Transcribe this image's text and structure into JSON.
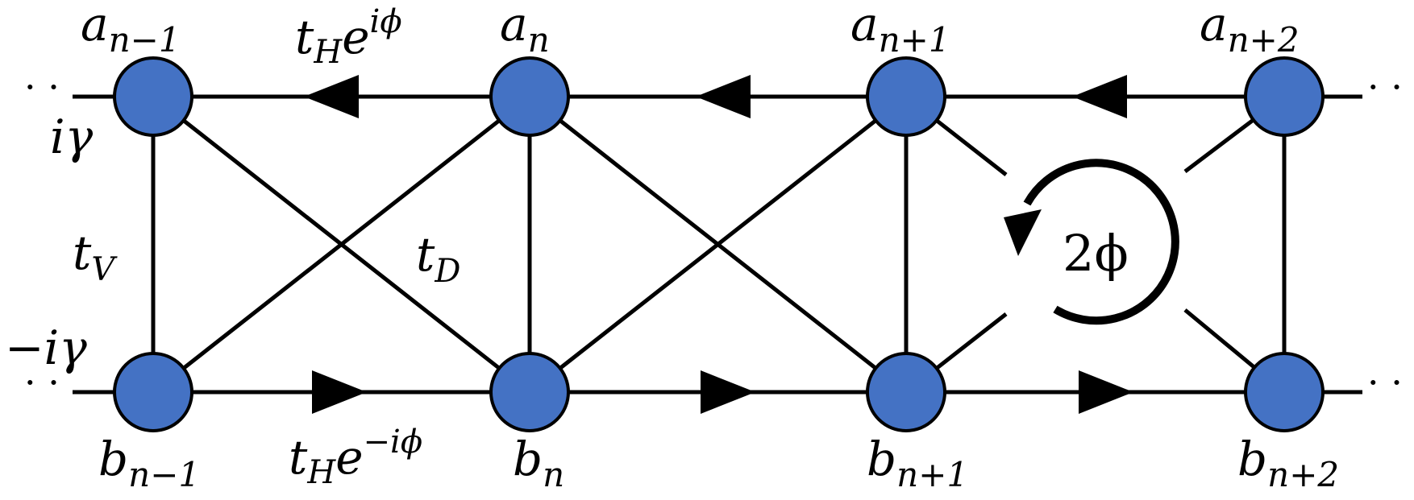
{
  "colors": {
    "node_fill": "#4472c4",
    "line": "#000000",
    "background": "#ffffff"
  },
  "nodes": {
    "a_nm1": {
      "base": "a",
      "sub": "n−1"
    },
    "a_n": {
      "base": "a",
      "sub": "n"
    },
    "a_np1": {
      "base": "a",
      "sub": "n+1"
    },
    "a_np2": {
      "base": "a",
      "sub": "n+2"
    },
    "b_nm1": {
      "base": "b",
      "sub": "n−1"
    },
    "b_n": {
      "base": "b",
      "sub": "n"
    },
    "b_np1": {
      "base": "b",
      "sub": "n+1"
    },
    "b_np2": {
      "base": "b",
      "sub": "n+2"
    }
  },
  "hoppings": {
    "top": {
      "base": "t",
      "sub": "H",
      "exp_base": "e",
      "exp": "iϕ"
    },
    "bottom": {
      "base": "t",
      "sub": "H",
      "exp_base": "e",
      "exp": "−iϕ"
    },
    "vertical": {
      "base": "t",
      "sub": "V"
    },
    "diagonal": {
      "base": "t",
      "sub": "D"
    }
  },
  "gain_loss": {
    "top": "iγ",
    "bottom": "−iγ"
  },
  "flux": {
    "label": "2ϕ"
  },
  "ellipsis": "· ·",
  "arrows": {
    "top_direction": "left",
    "bottom_direction": "right"
  }
}
